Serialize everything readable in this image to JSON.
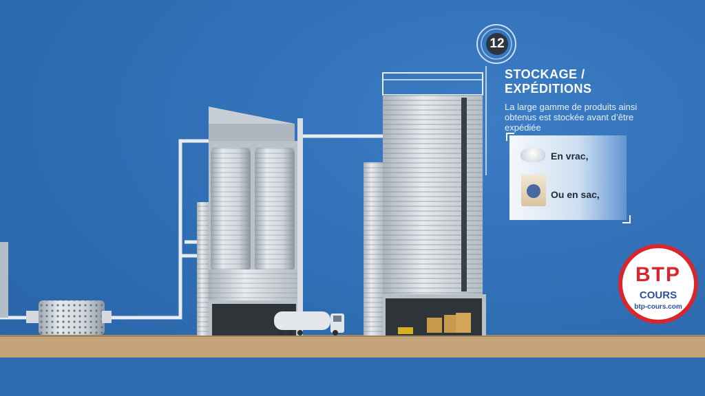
{
  "step": {
    "number": "12"
  },
  "section": {
    "title_line1": "STOCKAGE /",
    "title_line2": "EXPÉDITIONS",
    "description": "La large gamme de produits ainsi obtenus est stockée avant d’être expédiée"
  },
  "options": [
    {
      "label": "En vrac,",
      "icon": "bulk-powder-icon"
    },
    {
      "label": "Ou en sac,",
      "icon": "cement-bag-icon"
    }
  ],
  "logo": {
    "main": "BTP",
    "sub": "COURS",
    "url": "btp-cours.com"
  },
  "colors": {
    "background": "#2f6db3",
    "ground": "#c4a478",
    "logo_red": "#d8262c",
    "logo_blue": "#2a4fa0"
  }
}
